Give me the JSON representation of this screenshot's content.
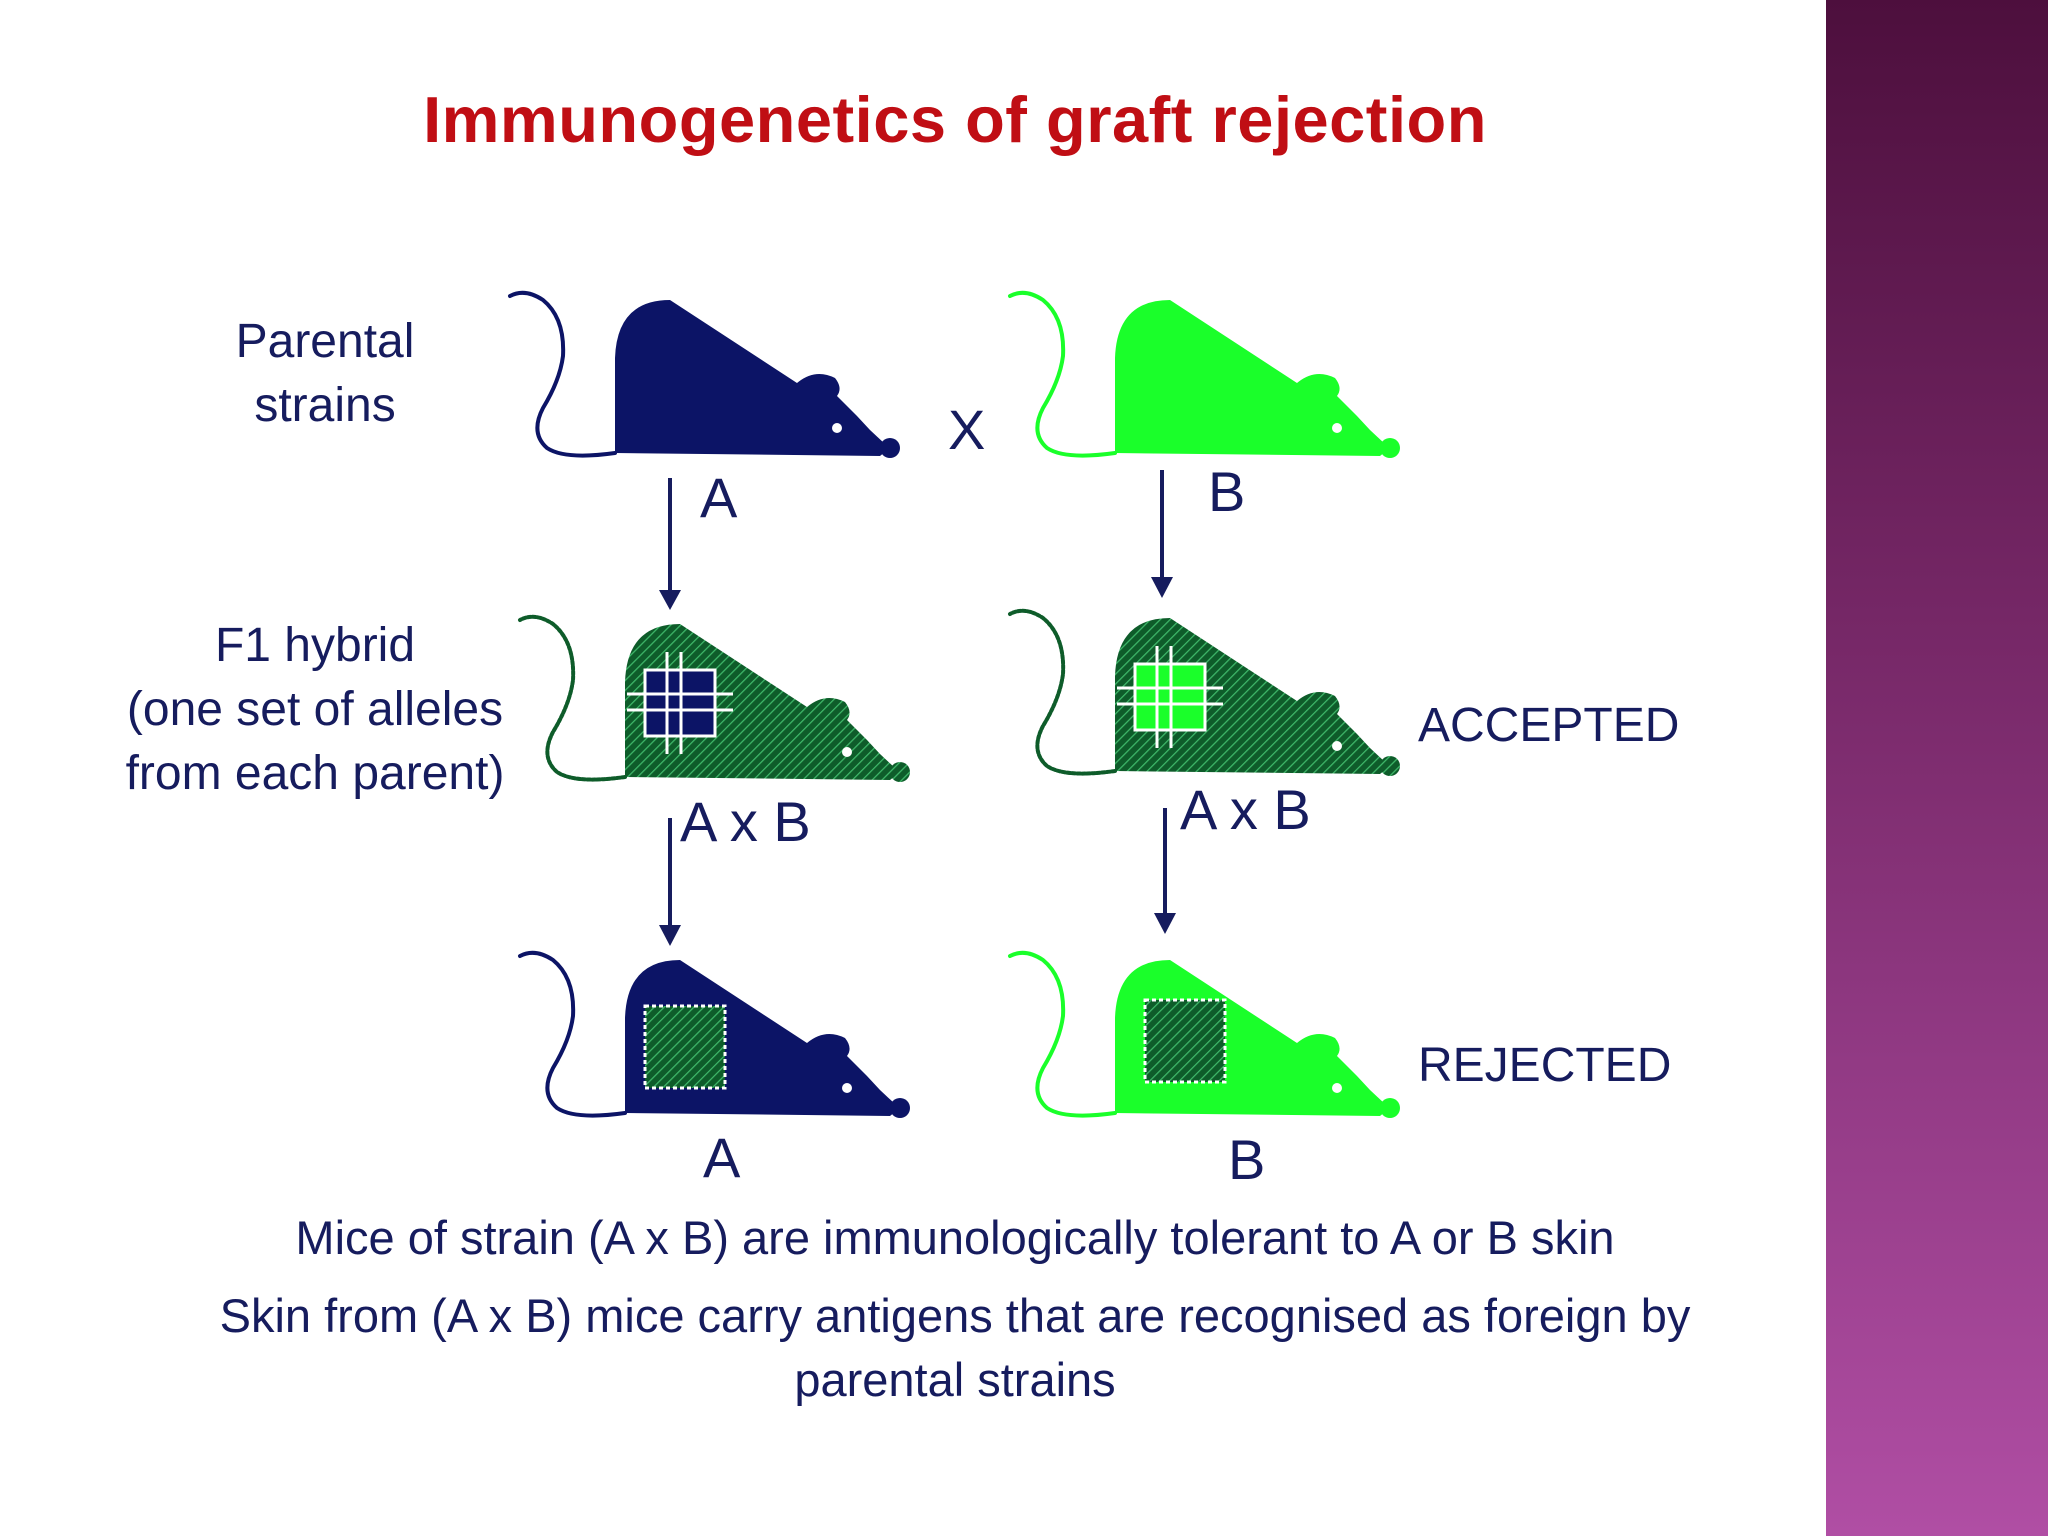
{
  "title": "Immunogenetics of graft rejection",
  "labels": {
    "parental_line1": "Parental",
    "parental_line2": "strains",
    "f1_line1": "F1 hybrid",
    "f1_line2": "(one set of alleles",
    "f1_line3": "from each parent)",
    "strain_a_top": "A",
    "strain_b_top": "B",
    "cross": "X",
    "hybrid_left": "A x B",
    "hybrid_right": "A x B",
    "strain_a_bottom": "A",
    "strain_b_bottom": "B",
    "accepted": "ACCEPTED",
    "rejected": "REJECTED"
  },
  "captions": {
    "line1": "Mice of strain (A x B) are immunologically tolerant to A or B skin",
    "line2": "Skin from (A x B) mice carry antigens that are recognised as foreign by",
    "line3": "parental strains"
  },
  "colors": {
    "title": "#c00e14",
    "text": "#161c5e",
    "strain_a": "#0c1466",
    "strain_b": "#1aff2a",
    "hybrid_base": "#0e5c2a",
    "hybrid_stripe": "#3fb86a",
    "arrow": "#161c5e"
  }
}
